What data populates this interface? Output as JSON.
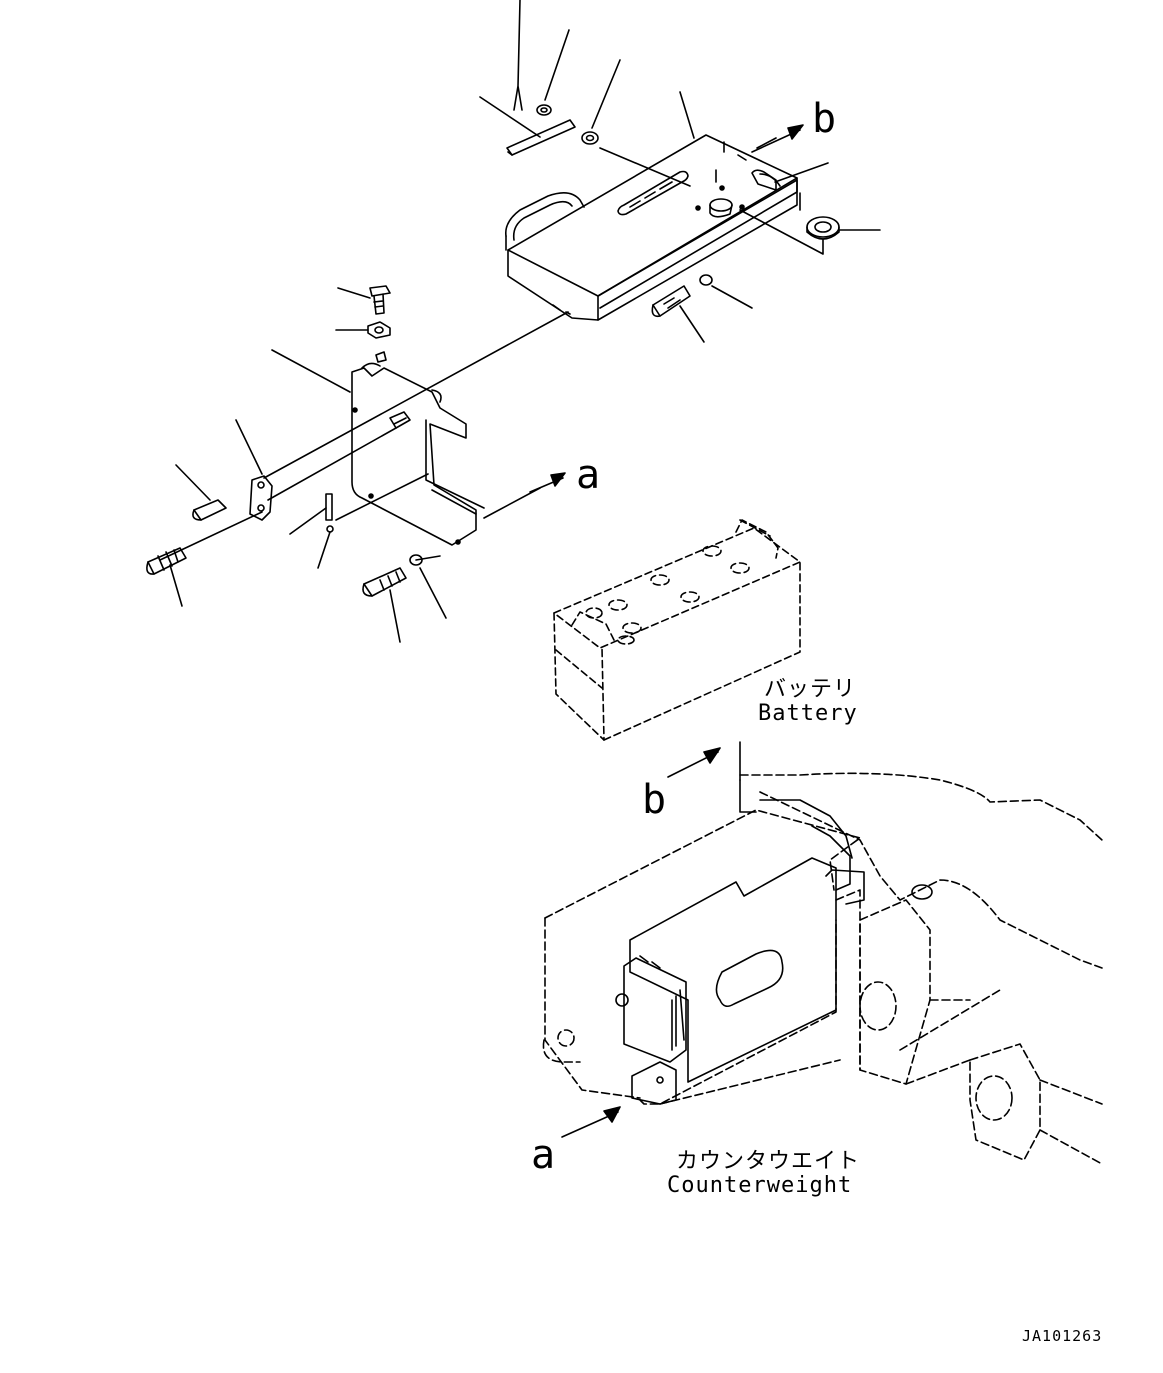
{
  "labels": {
    "view_a_top": "a",
    "view_b_top": "b",
    "view_a_bottom": "a",
    "view_b_bottom": "b",
    "battery_jp": "バッテリ",
    "battery_en": "Battery",
    "counterweight_jp": "カウンタウエイト",
    "counterweight_en": "Counterweight",
    "drawing_code": "JA101263"
  },
  "colors": {
    "line": "#000000",
    "background": "#ffffff"
  }
}
